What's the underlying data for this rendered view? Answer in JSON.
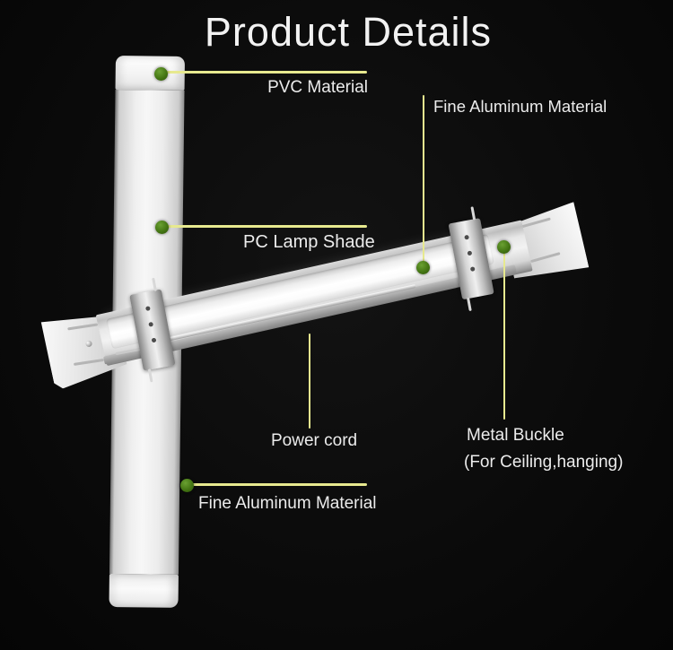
{
  "title": "Product Details",
  "callouts": {
    "pvc": {
      "label": "PVC Material"
    },
    "fine_aluminum_top": {
      "label": "Fine Aluminum Material"
    },
    "pc_lamp_shade": {
      "label": "PC Lamp Shade"
    },
    "power_cord": {
      "label": "Power cord"
    },
    "metal_buckle": {
      "label": "Metal Buckle",
      "sublabel": "(For Ceiling,hanging)"
    },
    "fine_aluminum_bottom": {
      "label": "Fine Aluminum Material"
    }
  },
  "icons": {
    "anchor_dot": "green-dot-marker"
  },
  "colors": {
    "background": "#0b0b0b",
    "title_text": "#f2f2f2",
    "label_text": "#ececec",
    "callout_line": "#e7e98f",
    "anchor_dot_green": "#447613",
    "product_silver": "#e9e9e9"
  }
}
